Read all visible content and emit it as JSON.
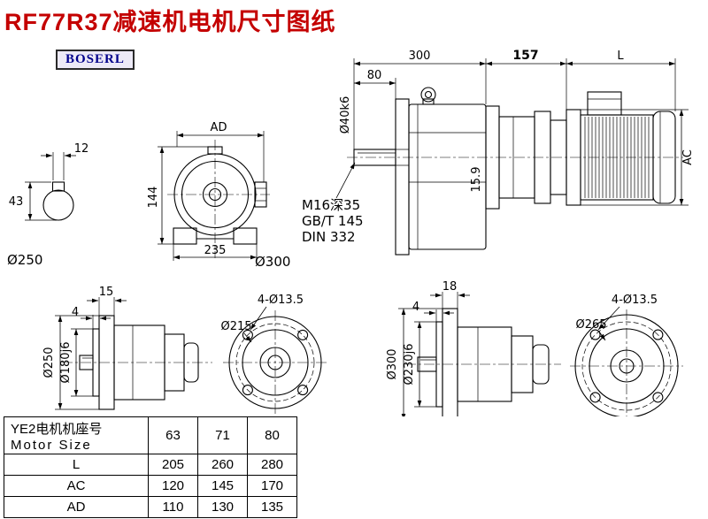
{
  "page": {
    "title": "RF77R37减速机电机尺寸图纸",
    "logo": "BOSERL",
    "accent_color": "#c40000",
    "logo_color": "#00008b"
  },
  "drawing": {
    "shaft_section": {
      "key_width": "12",
      "section_height": "43",
      "flange_label": "Ø250"
    },
    "front_view": {
      "width_top": "AD",
      "height_left": "144",
      "width_bottom": "235"
    },
    "assembly": {
      "gear_length": "300",
      "mid_length": "157",
      "motor_length": "L",
      "shaft_length": "80",
      "shaft_dia": "Ø40k6",
      "motor_dia": "AC",
      "key_height": "15.9",
      "tap_line1": "M16深35",
      "tap_line2": "GB/T 145",
      "tap_line3": "DIN 332",
      "flange_label": "Ø300"
    },
    "flange_a_side": {
      "flange_thickness": "15",
      "spigot_depth": "4",
      "flange_dia": "Ø250",
      "spigot_dia": "Ø180j6"
    },
    "flange_a_front": {
      "holes": "4-Ø13.5",
      "bolt_circle": "Ø215"
    },
    "flange_b_side": {
      "flange_thickness": "18",
      "spigot_depth": "4",
      "flange_dia": "Ø300",
      "spigot_dia": "Ø230j6"
    },
    "flange_b_front": {
      "holes": "4-Ø13.5",
      "bolt_circle": "Ø265"
    }
  },
  "table": {
    "header": {
      "label_cn": "YE2电机机座号",
      "label_en": "Motor Size",
      "sizes": [
        "63",
        "71",
        "80"
      ]
    },
    "rows": [
      {
        "label": "L",
        "values": [
          "205",
          "260",
          "280"
        ]
      },
      {
        "label": "AC",
        "values": [
          "120",
          "145",
          "170"
        ]
      },
      {
        "label": "AD",
        "values": [
          "110",
          "130",
          "135"
        ]
      }
    ]
  }
}
